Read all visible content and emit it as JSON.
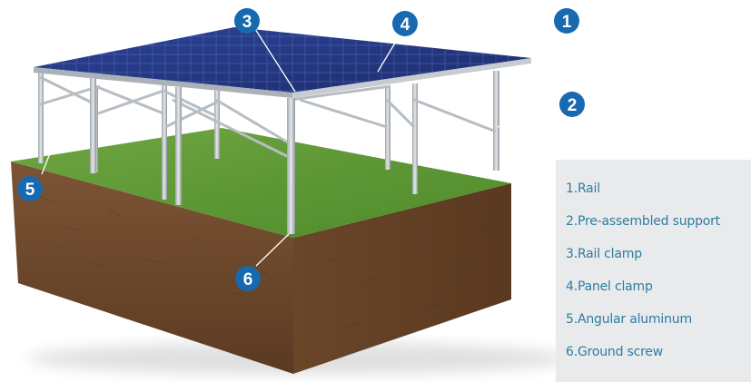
{
  "callouts": [
    {
      "number": "1"
    },
    {
      "number": "2"
    },
    {
      "number": "3"
    },
    {
      "number": "4"
    },
    {
      "number": "5"
    },
    {
      "number": "6"
    }
  ],
  "legend": {
    "items": [
      {
        "label": "1.Rail"
      },
      {
        "label": "2.Pre-assembled support"
      },
      {
        "label": "3.Rail clamp"
      },
      {
        "label": "4.Panel clamp"
      },
      {
        "label": "5.Angular aluminum"
      },
      {
        "label": "6.Ground screw"
      }
    ]
  },
  "colors": {
    "badge": "#1769b0",
    "legend_text": "#2d7ca2",
    "legend_bg": "#e9eaec",
    "grass": "#5f9a35",
    "soil": "#7a5030",
    "panel": "#22357e",
    "frame": "#c9ced3"
  }
}
